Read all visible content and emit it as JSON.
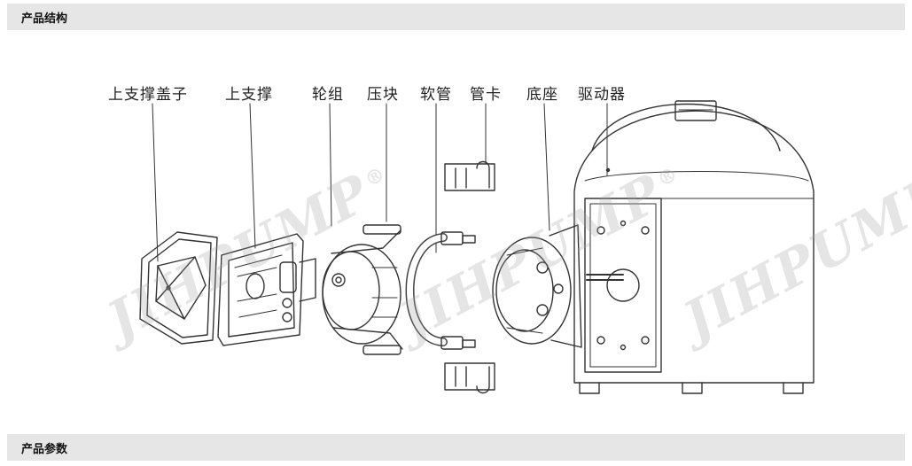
{
  "sections": {
    "structure_title": "产品结构",
    "params_title": "产品参数"
  },
  "diagram": {
    "labels": [
      {
        "id": "upper-support-cover",
        "text": "上支撑盖子"
      },
      {
        "id": "upper-support",
        "text": "上支撑"
      },
      {
        "id": "roller-set",
        "text": "轮组"
      },
      {
        "id": "pressure-block",
        "text": "压块"
      },
      {
        "id": "hose",
        "text": "软管"
      },
      {
        "id": "tube-clamp",
        "text": "管卡"
      },
      {
        "id": "base",
        "text": "底座"
      },
      {
        "id": "driver",
        "text": "驱动器"
      }
    ],
    "watermark": {
      "text": "JIHPUMP",
      "mark": "®"
    }
  },
  "colors": {
    "section_bg": "#e6e6e6",
    "line": "#333333",
    "watermark": "#a0a0a0"
  }
}
